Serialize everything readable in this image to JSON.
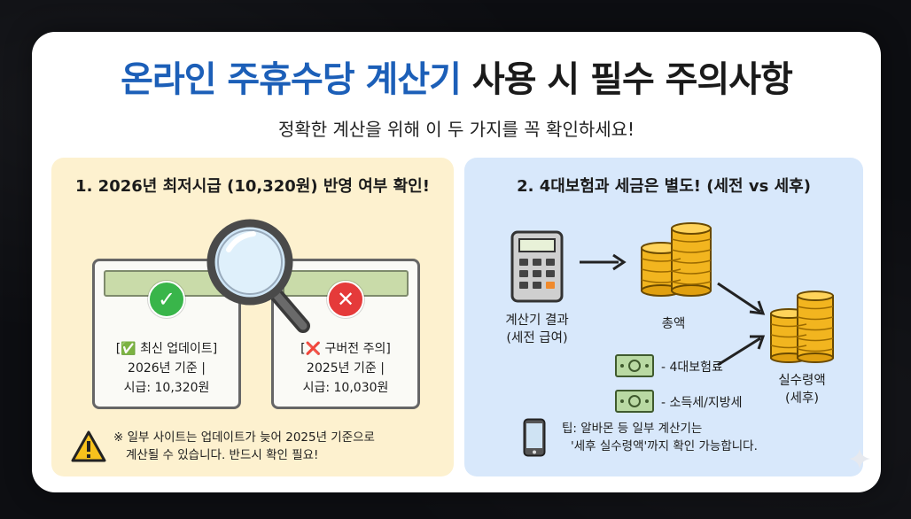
{
  "header": {
    "title_highlight": "온라인 주휴수당 계산기",
    "title_rest": "사용 시 필수 주의사항",
    "subtitle": "정확한 계산을 위해 이 두 가지를 꼭 확인하세요!"
  },
  "left_panel": {
    "title": "1. 2026년 최저시급 (10,320원) 반영 여부 확인!",
    "new_window": {
      "status": "[✅ 최신 업데이트]",
      "line2": "2026년 기준 |",
      "line3": "시급: 10,320원"
    },
    "old_window": {
      "status": "[❌ 구버전 주의]",
      "line2": "2025년 기준 |",
      "line3": "시급: 10,030원"
    },
    "warning_line1": "※ 일부 사이트는 업데이트가 늦어 2025년 기준으로",
    "warning_line2": "계산될 수 있습니다. 반드시 확인 필요!"
  },
  "right_panel": {
    "title": "2. 4대보험과 세금은 별도! (세전 vs 세후)",
    "calculator_label_1": "계산기 결과",
    "calculator_label_2": "(세전 급여)",
    "total_label": "총액",
    "deduction_1": "- 4대보험료",
    "deduction_2": "- 소득세/지방세",
    "net_label_1": "실수령액",
    "net_label_2": "(세후)",
    "tip_line1": "팁: 알바몬 등 일부 계산기는",
    "tip_line2": "'세후 실수령액'까지 확인 가능합니다."
  },
  "colors": {
    "title_blue": "#1c5fb8",
    "left_panel_bg": "#fdf1cf",
    "right_panel_bg": "#d8e8fb",
    "ok_green": "#39b54a",
    "bad_red": "#e53a3a",
    "coin_gold": "#f2b51f"
  },
  "icons": [
    "magnifier-icon",
    "check-icon",
    "cross-icon",
    "warning-icon",
    "calculator-icon",
    "coins-icon",
    "banknote-icon",
    "smartphone-icon",
    "sparkle-icon"
  ]
}
